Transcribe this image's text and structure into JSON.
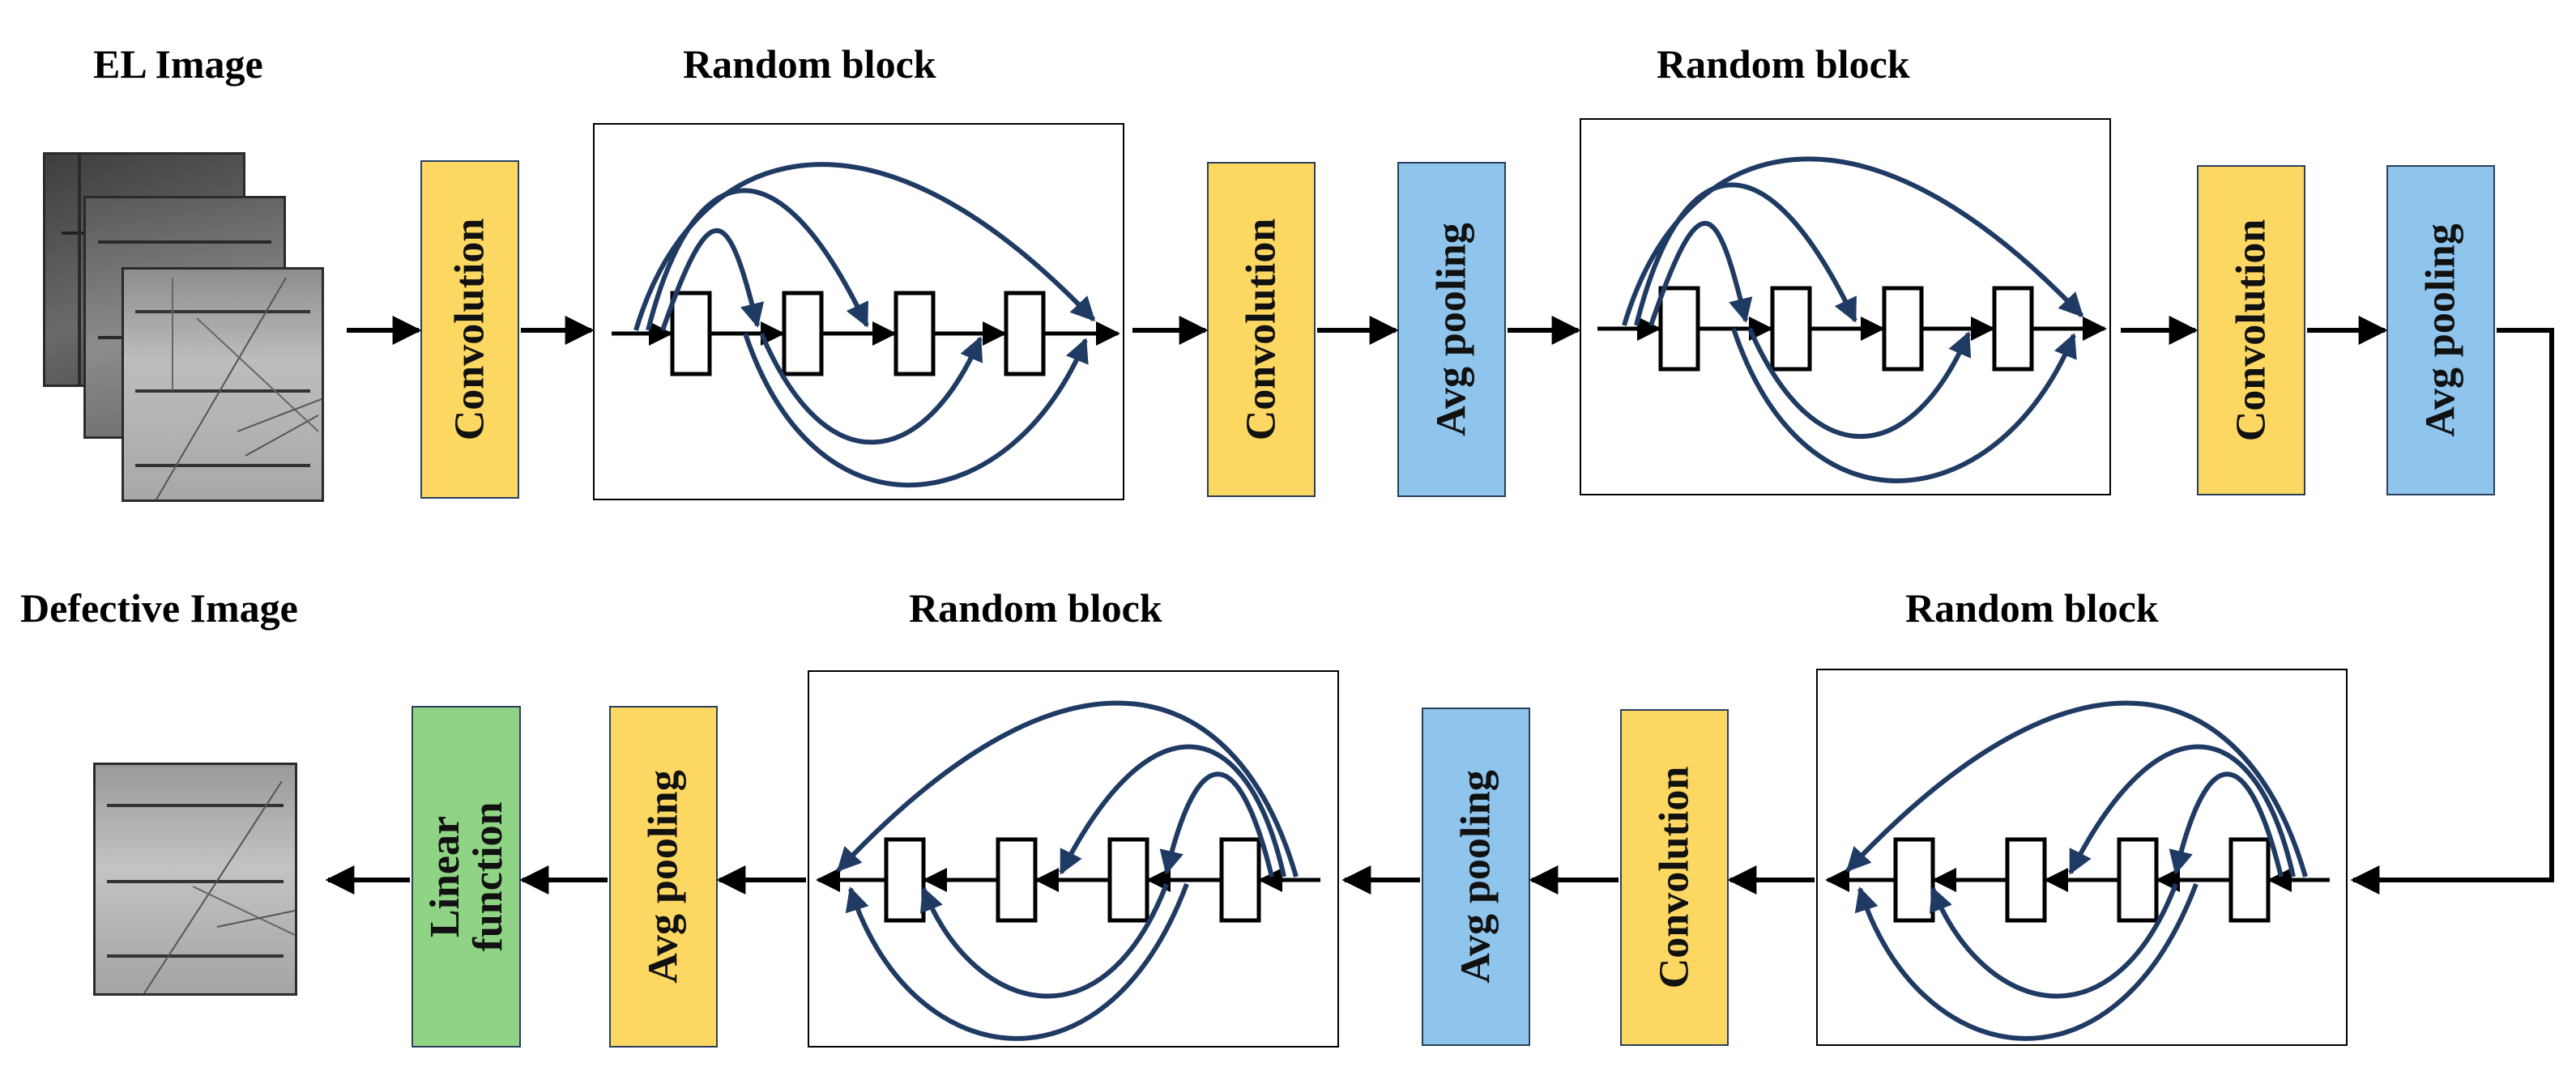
{
  "labels": {
    "input_image": "EL Image",
    "output_image": "Defective Image",
    "random_block": "Random block"
  },
  "blocks": {
    "conv1": "Convolution",
    "conv2": "Convolution",
    "pool1": "Avg pooling",
    "conv3": "Convolution",
    "pool2": "Avg pooling",
    "conv4": "Convolution",
    "pool3": "Avg pooling",
    "pool4": "Avg pooling",
    "linear": "Linear\nfunction"
  },
  "colors": {
    "convolution": "#fcd863",
    "pooling": "#8fc4ec",
    "linear": "#8fd484",
    "curve": "#1f3a63",
    "arrow": "#000000"
  }
}
